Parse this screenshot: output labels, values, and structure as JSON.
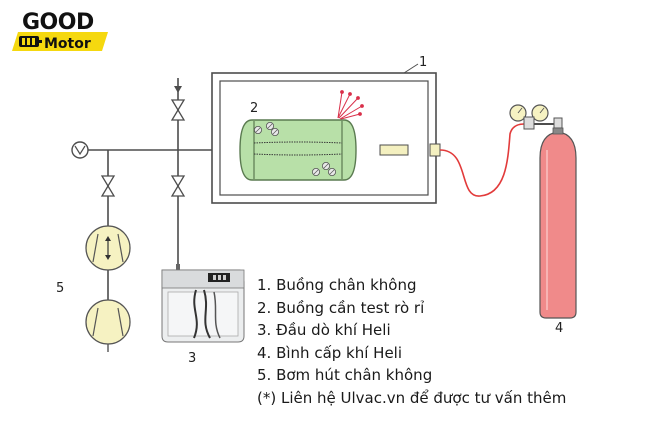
{
  "logo": {
    "top": "GOOD",
    "bottom": "Motor"
  },
  "labels": {
    "chamber": "1",
    "test_vessel": "2",
    "detector": "3",
    "cylinder": "4",
    "pump": "5"
  },
  "legend": [
    "1. Buồng chân không",
    "2. Buồng cần test rò rỉ",
    "3. Đầu dò khí Heli",
    "4. Bình cấp khí Heli",
    "5. Bơm hút chân không",
    "(*) Liên hệ Ulvac.vn để được tư vấn thêm"
  ],
  "colors": {
    "line": "#4d4d4d",
    "vessel_fill": "#b8e0a8",
    "vessel_stroke": "#5a7a50",
    "pump_fill": "#f6f2c2",
    "cylinder_fill": "#f08a8a",
    "hose": "#e23b3b",
    "logo_yellow": "#f5d80f"
  }
}
